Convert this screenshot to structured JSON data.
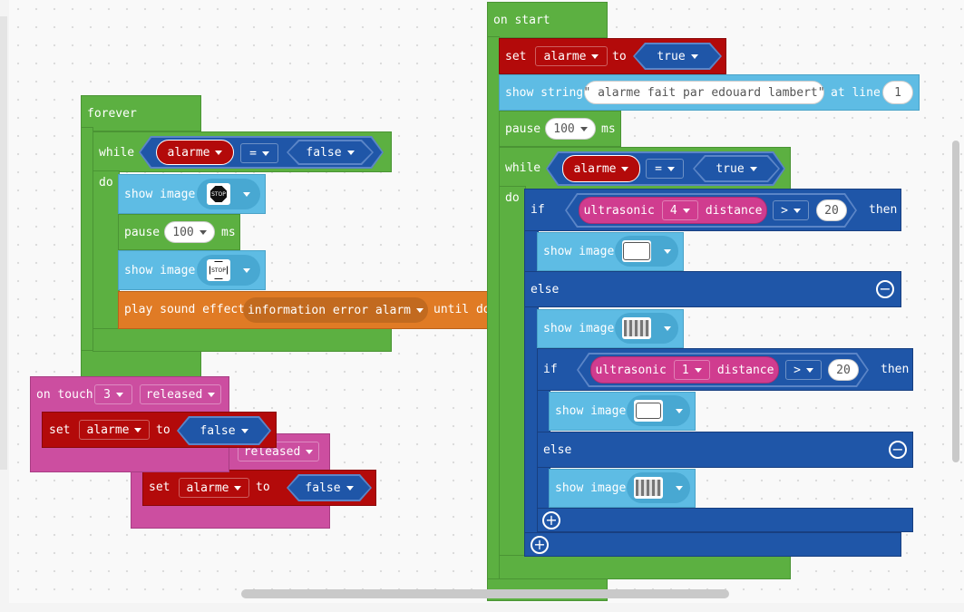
{
  "workspace": {
    "forever": {
      "hat": "forever",
      "while": "while",
      "while_var": "alarme",
      "op": "=",
      "value": "false",
      "do": "do",
      "show_image": "show image",
      "pause": "pause",
      "pause_value": "100",
      "ms": "ms",
      "play_sound": "play sound effect",
      "sound_name": "information error alarm",
      "until": "until do",
      "stop_label": "STOP"
    },
    "on_touch": {
      "on_touch": "on touch",
      "pin": "3",
      "event": "released",
      "set": "set",
      "var": "alarme",
      "to": "to",
      "value": "false"
    },
    "on_touch_2": {
      "event": "released",
      "set": "set",
      "var": "alarme",
      "to": "to",
      "value": "false"
    },
    "on_start": {
      "hat": "on start",
      "set": "set",
      "var": "alarme",
      "to": "to",
      "value": "true",
      "show_string": "show string",
      "string_value": "\" alarme fait par edouard lambert\"",
      "at_line": "at line",
      "line_value": "1",
      "pause": "pause",
      "pause_value": "100",
      "ms": "ms",
      "while": "while",
      "while_var": "alarme",
      "op": "=",
      "while_value": "true",
      "do": "do",
      "if": "if",
      "ultrasonic": "ultrasonic",
      "pin1": "4",
      "distance": "distance",
      "cmp": ">",
      "threshold": "20",
      "then": "then",
      "show_image": "show image",
      "else": "else",
      "pin2": "1"
    }
  }
}
